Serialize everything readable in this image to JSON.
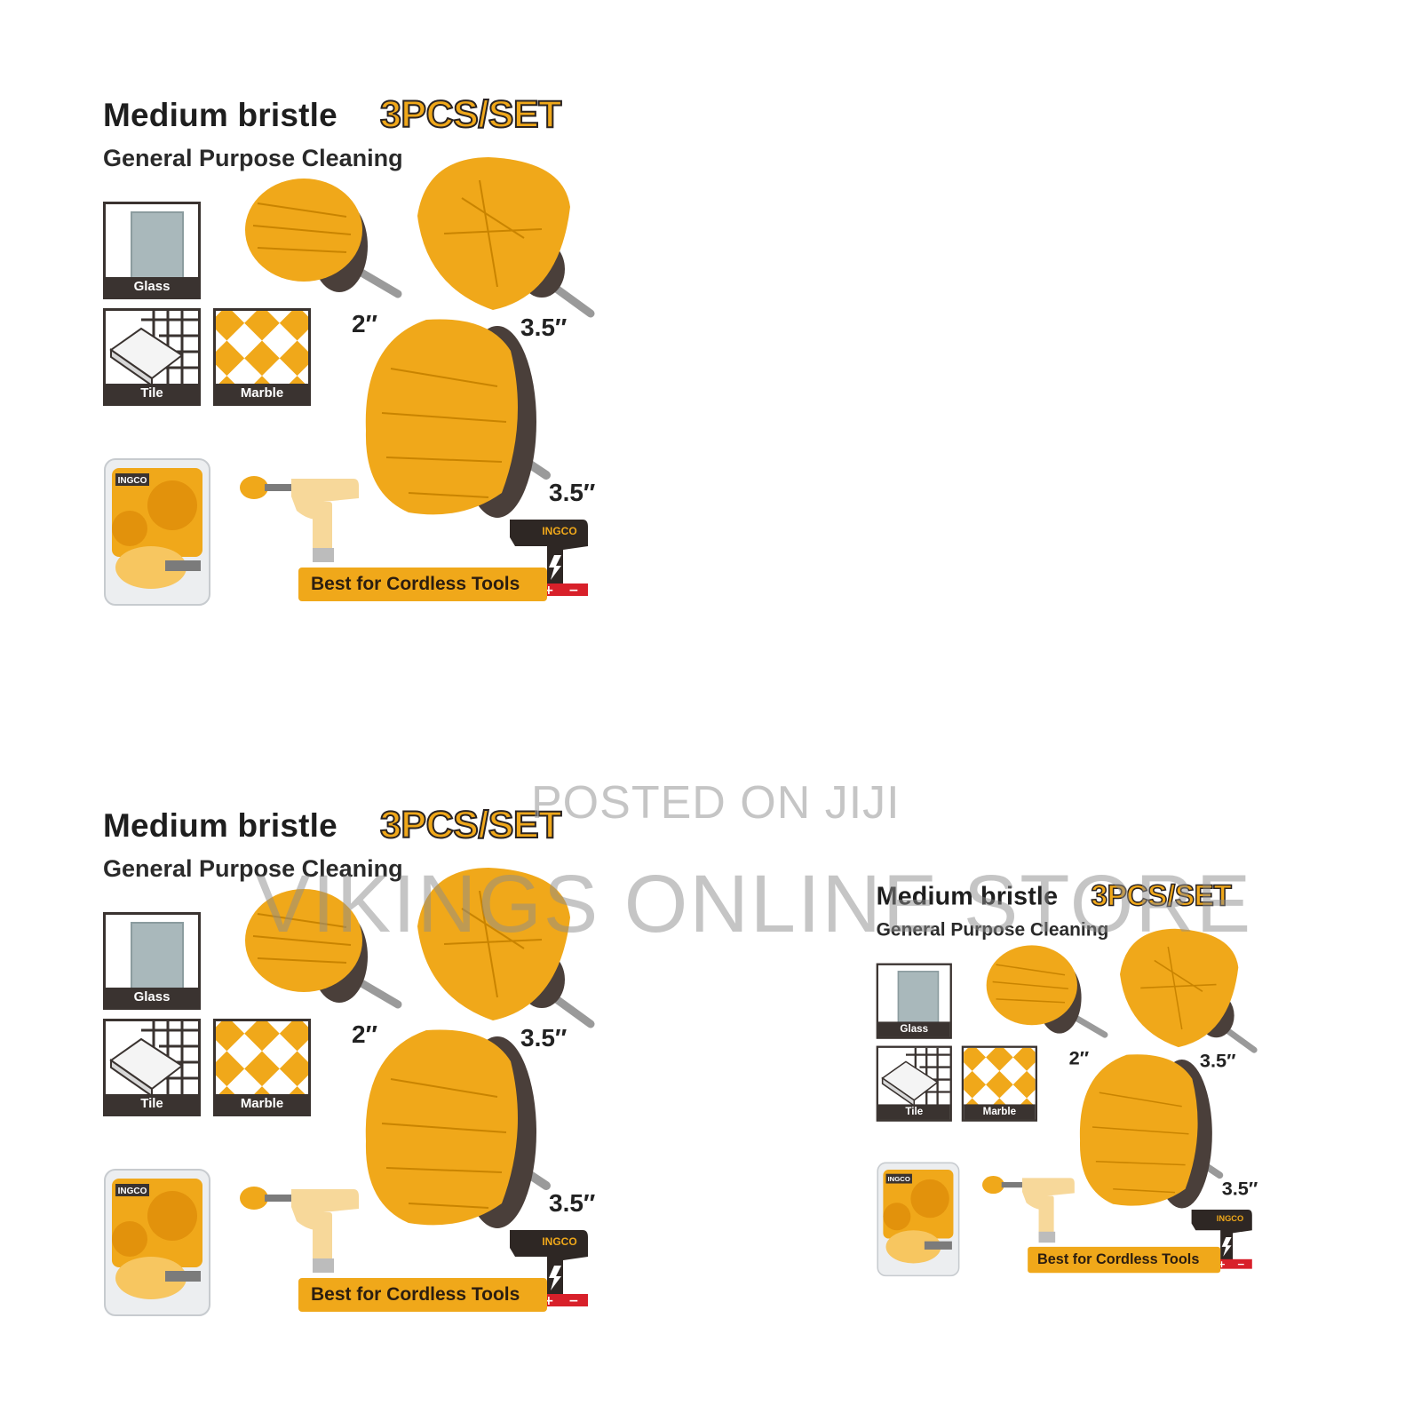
{
  "panel": {
    "title": "Medium bristle",
    "badge": "3PCS/SET",
    "subtitle": "General Purpose Cleaning",
    "surfaces": {
      "glass": "Glass",
      "tile": "Tile",
      "marble": "Marble"
    },
    "sizes": {
      "small": "2″",
      "dome": "3.5″",
      "large": "3.5″"
    },
    "brand": "INGCO",
    "cta": "Best for Cordless Tools"
  },
  "watermark": {
    "line1": "POSTED ON JIJI",
    "line2": "VIKINGS ONLINE STORE"
  },
  "colors": {
    "bristle": "#f0a81a",
    "dark": "#3a3330",
    "accent_red": "#d8202a"
  }
}
